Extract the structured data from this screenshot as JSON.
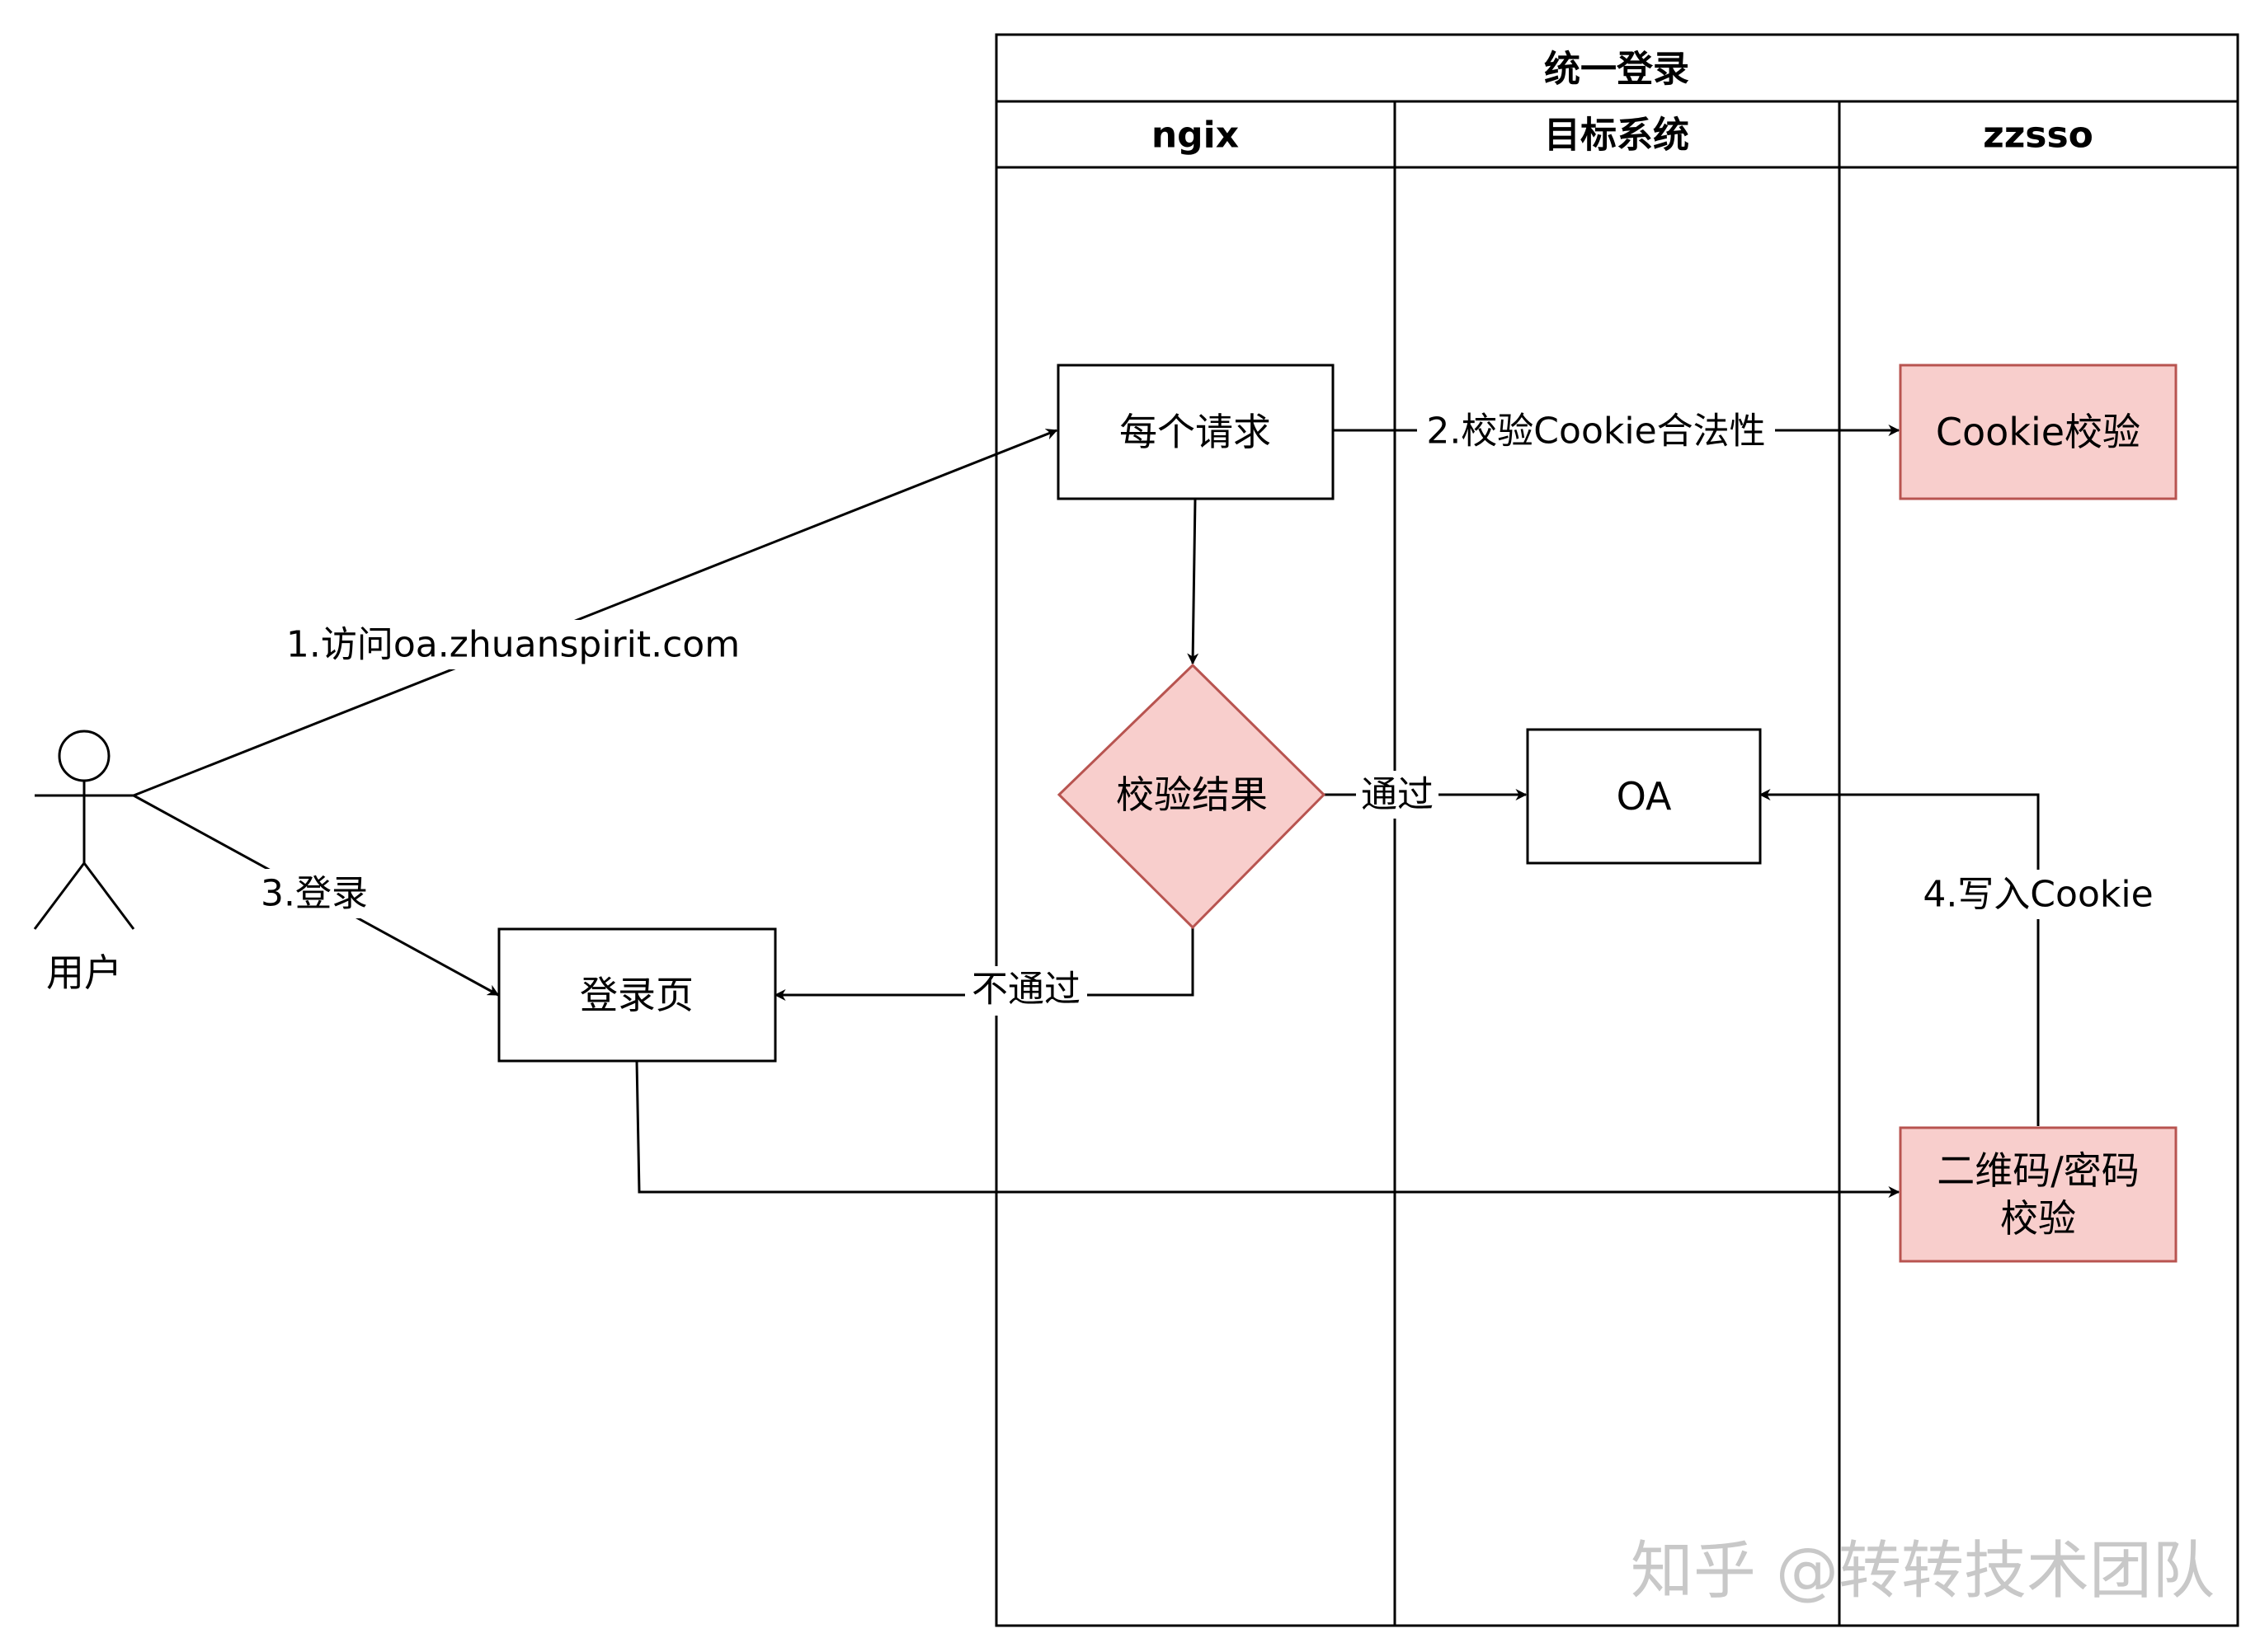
{
  "pool": {
    "title": "统一登录",
    "lanes": [
      "ngix",
      "目标系统",
      "zzsso"
    ]
  },
  "actor": {
    "label": "用户"
  },
  "nodes": {
    "every_request": "每个请求",
    "check_result": "校验结果",
    "cookie_check": "Cookie校验",
    "oa": "OA",
    "login_page": "登录页",
    "qr_password_line1": "二维码/密码",
    "qr_password_line2": "校验"
  },
  "edges": {
    "visit": "1.访问oa.zhuanspirit.com",
    "validate_cookie": "2.校验Cookie合法性",
    "pass": "通过",
    "fail": "不通过",
    "login": "3.登录",
    "write_cookie": "4.写入Cookie"
  },
  "watermark": "知乎 @转转技术团队",
  "colors": {
    "highlight_fill": "#f8cecc",
    "highlight_stroke": "#b85450",
    "line": "#000000"
  }
}
